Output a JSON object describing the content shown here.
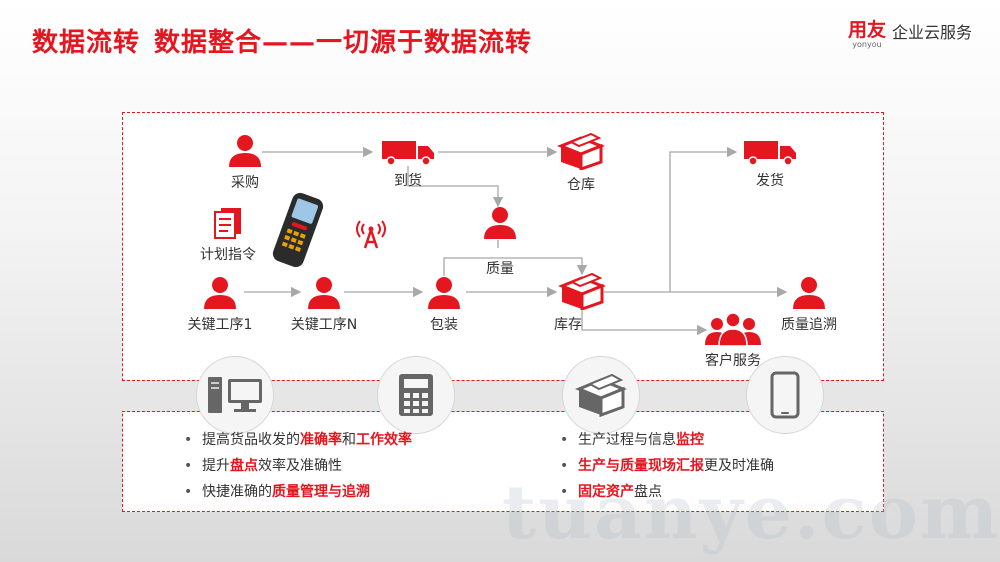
{
  "title": {
    "part1": "数据流转",
    "part2": "数据整合——一切源于数据流转"
  },
  "logo": {
    "mark": "用友",
    "mark_sub": "yonyou",
    "text": "企业云服务"
  },
  "nodes": {
    "purchase": "采购",
    "arrival": "到货",
    "warehouse": "仓库",
    "shipping": "发货",
    "quality": "质量",
    "plan": "计划指令",
    "key_process_1": "关键工序1",
    "key_process_n": "关键工序N",
    "packing": "包装",
    "inventory": "库存",
    "quality_trace": "质量追溯",
    "customer_service": "客户服务"
  },
  "benefits_left": [
    {
      "pre": "提高货品收发的",
      "hl1": "准确率",
      "mid": "和",
      "hl2": "工作效率",
      "post": ""
    },
    {
      "pre": "提升",
      "hl1": "盘点",
      "mid": "效率及准确性",
      "hl2": "",
      "post": ""
    },
    {
      "pre": "快捷准确的",
      "hl1": "质量管理与追溯",
      "mid": "",
      "hl2": "",
      "post": ""
    }
  ],
  "benefits_right": [
    {
      "pre": "生产过程与信息",
      "hl1": "监控",
      "mid": "",
      "hl2": "",
      "post": ""
    },
    {
      "pre": "",
      "hl1": "生产与质量现场汇报",
      "mid": "更及时准确",
      "hl2": "",
      "post": ""
    },
    {
      "pre": "",
      "hl1": "固定资产",
      "mid": "盘点",
      "hl2": "",
      "post": ""
    }
  ],
  "watermark": "tuanye.com",
  "colors": {
    "accent": "#e4161f",
    "line": "#a8a8a8",
    "icon_gray": "#666666"
  },
  "icons": {
    "person": "person-icon",
    "truck": "truck-icon",
    "box": "box-icon",
    "document": "document-icon",
    "scanner": "handheld-scanner-icon",
    "signal": "signal-tower-icon",
    "computer": "computer-icon",
    "calculator": "calculator-icon",
    "phone": "phone-icon",
    "group": "customer-group-icon"
  }
}
